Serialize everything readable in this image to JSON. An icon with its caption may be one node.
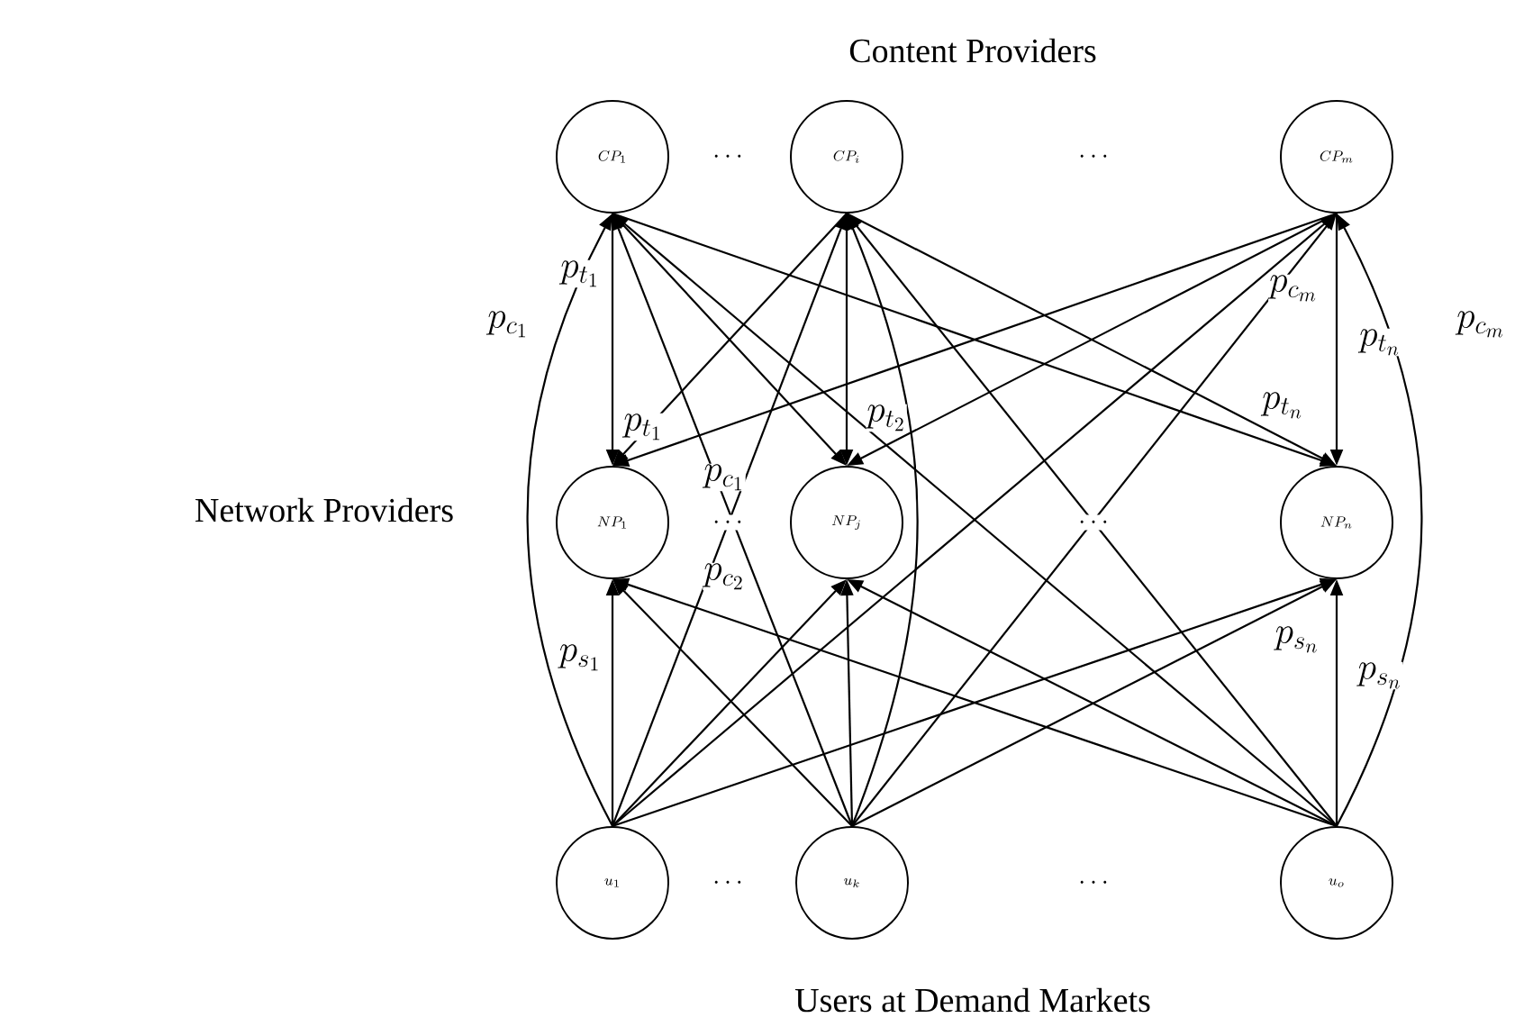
{
  "diagram": {
    "title": "Content Providers",
    "nodes": [
      {
        "text": [
          "CP_1"
        ]
      },
      {
        "text": [
          "CP_i"
        ]
      },
      {
        "text": [
          "CP_m"
        ]
      },
      {
        "text": [
          "NP_1"
        ]
      },
      {
        "text": [
          "NP_j"
        ]
      },
      {
        "text": [
          "NP_n"
        ]
      },
      {
        "text": [
          "u_1"
        ]
      },
      {
        "text": [
          "u_k"
        ]
      },
      {
        "text": [
          "u_o"
        ]
      }
    ],
    "edges": [
      {
        "from": 0,
        "to": 3,
        "arrow": "to",
        "label": "p_{t_1}"
      },
      {
        "from": 0,
        "to": 4,
        "arrow": "to"
      },
      {
        "from": 0,
        "to": 5,
        "arrow": "to",
        "label": "p_{t_n}"
      },
      {
        "from": 1,
        "to": 3,
        "arrow": "to",
        "label": "p_{t_1}"
      },
      {
        "from": 1,
        "to": 4,
        "arrow": "to",
        "label": "p_{t_2}"
      },
      {
        "from": 1,
        "to": 5,
        "arrow": "to"
      },
      {
        "from": 2,
        "to": 3,
        "arrow": "to"
      },
      {
        "from": 2,
        "to": 4,
        "arrow": "to"
      },
      {
        "from": 2,
        "to": 5,
        "arrow": "to",
        "label": "p_{t_n}"
      },
      {
        "from": 6,
        "to": 3,
        "arrow": "to",
        "label": "p_{s_1}"
      },
      {
        "from": 6,
        "to": 4,
        "arrow": "to"
      },
      {
        "from": 6,
        "to": 5,
        "arrow": "to",
        "label": "p_{s_n}"
      },
      {
        "from": 7,
        "to": 3,
        "arrow": "to"
      },
      {
        "from": 7,
        "to": 4,
        "arrow": "to"
      },
      {
        "from": 7,
        "to": 5,
        "arrow": "to"
      },
      {
        "from": 8,
        "to": 3,
        "arrow": "to"
      },
      {
        "from": 8,
        "to": 4,
        "arrow": "to"
      },
      {
        "from": 8,
        "to": 5,
        "arrow": "to",
        "label": "p_{s_n}"
      },
      {
        "from": 6,
        "to": 0,
        "arrow": "to",
        "label": "p_{c_1}"
      },
      {
        "from": 6,
        "to": 1,
        "arrow": "to",
        "label": "p_{c_2}"
      },
      {
        "from": 6,
        "to": 2,
        "arrow": "to"
      },
      {
        "from": 7,
        "to": 0,
        "arrow": "to",
        "label": "p_{c_1}"
      },
      {
        "from": 7,
        "to": 1,
        "arrow": "to"
      },
      {
        "from": 7,
        "to": 2,
        "arrow": "to",
        "label": "p_{c_m}"
      },
      {
        "from": 8,
        "to": 0,
        "arrow": "to"
      },
      {
        "from": 8,
        "to": 1,
        "arrow": "to"
      },
      {
        "from": 8,
        "to": 2,
        "arrow": "to",
        "label": "p_{c_m}"
      }
    ],
    "labels": [
      "\\cdots",
      "\\cdots",
      "Network Providers",
      "\\cdots",
      "\\cdots",
      "\\cdots",
      "\\cdots",
      "Users at Demand Markets"
    ]
  }
}
